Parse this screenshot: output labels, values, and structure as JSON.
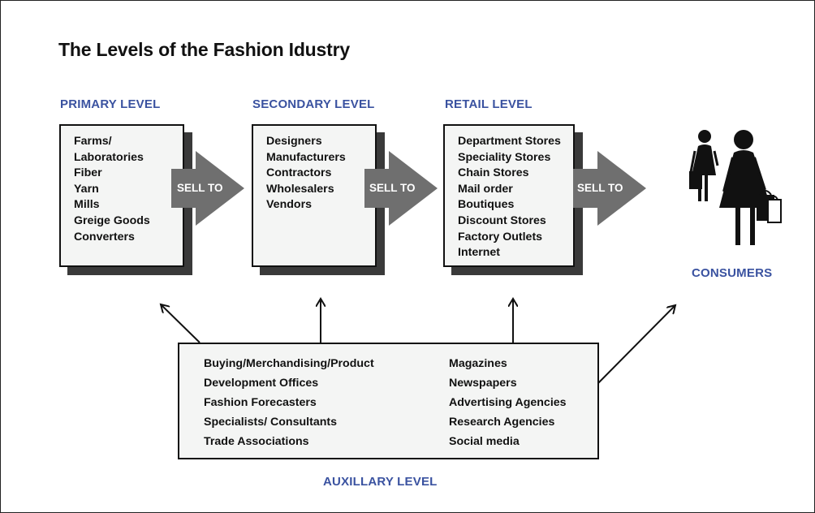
{
  "title": "The Levels of the Fashion Idustry",
  "levels": [
    {
      "label": "PRIMARY LEVEL",
      "items": [
        "Farms/",
        "Laboratories",
        "Fiber",
        "Yarn",
        "Mills",
        "Greige Goods",
        "Converters"
      ]
    },
    {
      "label": "SECONDARY LEVEL",
      "items": [
        "Designers",
        "Manufacturers",
        "Contractors",
        "Wholesalers",
        "Vendors"
      ]
    },
    {
      "label": "RETAIL LEVEL",
      "items": [
        "Department Stores",
        "Speciality Stores",
        "Chain Stores",
        "Mail order",
        "Boutiques",
        "Discount Stores",
        "Factory Outlets",
        "Internet"
      ]
    }
  ],
  "sell_to_label": "SELL TO",
  "consumers_label": "CONSUMERS",
  "auxiliary": {
    "label": "AUXILLARY LEVEL",
    "left_items": [
      "Buying/Merchandising/Product",
      "Development Offices",
      "Fashion Forecasters",
      "Specialists/ Consultants",
      "Trade Associations"
    ],
    "right_items": [
      "Magazines",
      "Newspapers",
      "Advertising Agencies",
      "Research Agencies",
      "Social media"
    ]
  },
  "colors": {
    "label_blue": "#3a52a0",
    "arrow_gray": "#6f6f6f",
    "shadow": "#3a3a3a",
    "box_fill": "#f4f5f4"
  },
  "icons": [
    "consumers-silhouette-icon",
    "sell-to-arrow-icon",
    "pointer-arrow-icon"
  ]
}
